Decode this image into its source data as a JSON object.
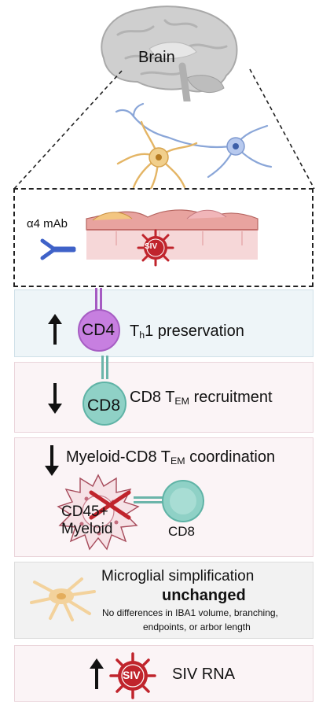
{
  "brain": {
    "label": "Brain"
  },
  "vessel_inset": {
    "antibody_label": "α4 mAb",
    "virus_label": "SIV"
  },
  "cd4_panel": {
    "cell_label": "CD4",
    "text_prefix": "T",
    "text_sub": "h",
    "text_suffix": "1 preservation",
    "arrow": "up"
  },
  "cd8_panel": {
    "cell_label": "CD8",
    "text_prefix": "CD8 T",
    "text_sub": "EM",
    "text_suffix": " recruitment",
    "arrow": "down"
  },
  "myeloid_panel": {
    "text_prefix": "Myeloid-CD8 T",
    "text_sub": "EM",
    "text_suffix": " coordination",
    "myeloid_label_1": "CD45+",
    "myeloid_label_2": "Myeloid",
    "cd8_label": "CD8",
    "arrow": "down"
  },
  "microglia_panel": {
    "title": "Microglial simplification",
    "status": "unchanged",
    "detail_1": "No differences in IBA1 volume, branching,",
    "detail_2": "endpoints, or arbor length"
  },
  "siv_panel": {
    "virus_label": "SIV",
    "text": "SIV RNA",
    "arrow": "up"
  },
  "colors": {
    "cd4_panel_bg": "#eef5f8",
    "pink_panel_bg": "#fbf4f6",
    "microglia_panel_bg": "#f2f2f2",
    "cd4_cell": "#c77fe0",
    "cd8_cell": "#8fd1c6",
    "virus": "#c0242c",
    "myeloid": "#f4dfe3",
    "antibody": "#3f62c8",
    "inhibit": "#c0242c"
  }
}
